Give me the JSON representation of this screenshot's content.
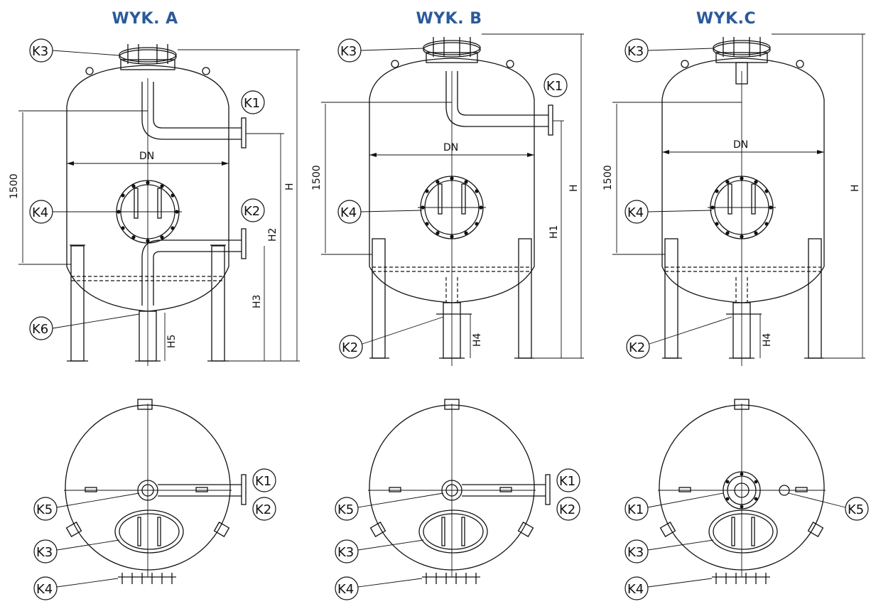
{
  "variants": [
    {
      "id": "A",
      "title": "WYK. A",
      "dims": {
        "h": "H",
        "h2": "H2",
        "h3": "H3",
        "h5": "H5",
        "d1500": "1500",
        "dn": "DN"
      },
      "side_callouts": {
        "k3": "K3",
        "k1": "K1",
        "k4": "K4",
        "k2": "K2",
        "k6": "K6"
      },
      "top_callouts": {
        "k1": "K1",
        "k5": "K5",
        "k2": "K2",
        "k3": "K3",
        "k4": "K4"
      }
    },
    {
      "id": "B",
      "title": "WYK. B",
      "dims": {
        "h": "H",
        "h1": "H1",
        "h4": "H4",
        "d1500": "1500",
        "dn": "DN"
      },
      "side_callouts": {
        "k3": "K3",
        "k1": "K1",
        "k4": "K4",
        "k2": "K2"
      },
      "top_callouts": {
        "k1": "K1",
        "k5": "K5",
        "k2": "K2",
        "k3": "K3",
        "k4": "K4"
      }
    },
    {
      "id": "C",
      "title": "WYK.C",
      "dims": {
        "h": "H",
        "h4": "H4",
        "d1500": "1500",
        "dn": "DN"
      },
      "side_callouts": {
        "k3": "K3",
        "k4": "K4",
        "k2": "K2"
      },
      "top_callouts": {
        "k1": "K1",
        "k5": "K5",
        "k3": "K3",
        "k4": "K4"
      }
    }
  ]
}
